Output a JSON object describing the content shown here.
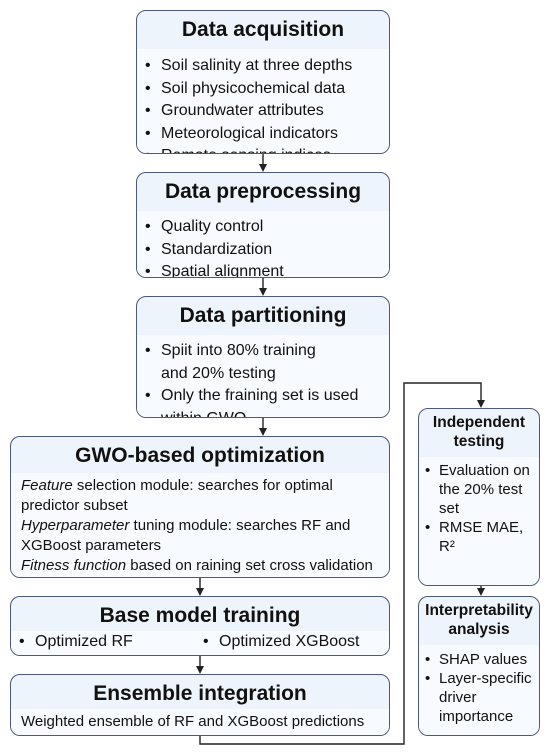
{
  "acquisition": {
    "title": "Data acquisition",
    "items": [
      "Soil salinity at three depths",
      "Soil physicochemical data",
      "Groundwater attributes",
      "Meteorological indicators",
      "Remote sensing indices"
    ]
  },
  "preprocessing": {
    "title": "Data preprocessing",
    "items": [
      "Quality control",
      "Standardization",
      "Spatial alignment"
    ]
  },
  "partitioning": {
    "title": "Data partitioning",
    "item1_line1": "Spiit into 80% training",
    "item1_line2": "and 20% testing",
    "item2_line1": "Only the fraining set is used",
    "item2_line2": "within GWO"
  },
  "gwo": {
    "title": "GWO-based optimization",
    "feature_em": "Feature",
    "feature_rest1": " selection module: searches for optimal",
    "feature_rest2": "predictor subset",
    "hyper_em": "Hyperparameter",
    "hyper_rest1": " tuning module: searches RF and",
    "hyper_rest2": "XGBoost parameters",
    "fitness_em": "Fitness function",
    "fitness_rest": " based on raining set cross validation"
  },
  "base": {
    "title": "Base model training",
    "items": [
      "Optimized RF",
      "Optimized XGBoost"
    ]
  },
  "ensemble": {
    "title": "Ensemble integration",
    "text": "Weighted ensemble of RF and XGBoost predictions"
  },
  "testing": {
    "title_line1": "Independent",
    "title_line2": "testing",
    "items": [
      "Evaluation on the 20% test set",
      "RMSE MAE, R²"
    ]
  },
  "interpretability": {
    "title_line1": "Interpretability",
    "title_line2": "analysis",
    "items": [
      "SHAP values",
      "Layer-specific driver importance"
    ]
  },
  "colors": {
    "border": "#4a5a78",
    "fill": "#eef4fb"
  }
}
